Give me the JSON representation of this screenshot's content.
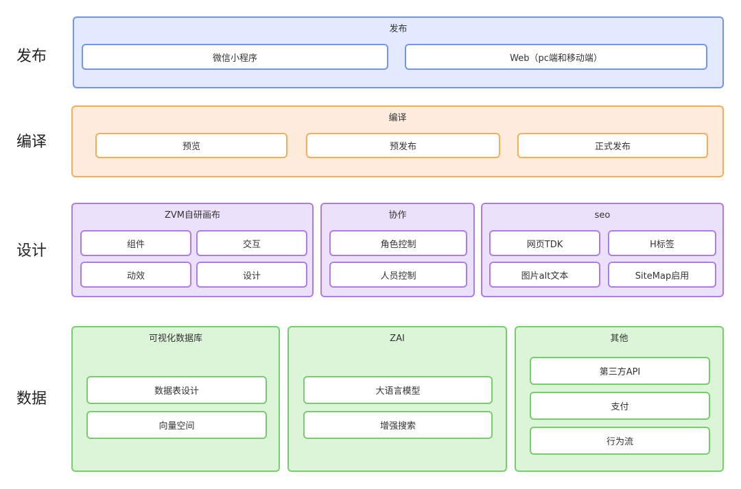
{
  "rows": {
    "publish": "发布",
    "compile": "编译",
    "design": "设计",
    "data": "数据"
  },
  "publish": {
    "title": "发布",
    "items": [
      "微信小程序",
      "Web（pc端和移动端）"
    ]
  },
  "compile": {
    "title": "编译",
    "items": [
      "预览",
      "预发布",
      "正式发布"
    ]
  },
  "design": {
    "canvas": {
      "title": "ZVM自研画布",
      "items": [
        "组件",
        "交互",
        "动效",
        "设计"
      ]
    },
    "collab": {
      "title": "协作",
      "items": [
        "角色控制",
        "人员控制"
      ]
    },
    "seo": {
      "title": "seo",
      "items": [
        "网页TDK",
        "H标签",
        "图片alt文本",
        "SiteMap启用"
      ]
    }
  },
  "data": {
    "db": {
      "title": "可视化数据库",
      "items": [
        "数据表设计",
        "向量空间"
      ]
    },
    "zai": {
      "title": "ZAI",
      "items": [
        "大语言模型",
        "增强搜索"
      ]
    },
    "other": {
      "title": "其他",
      "items": [
        "第三方API",
        "支付",
        "行为流"
      ]
    }
  },
  "colors": {
    "blue_bg": "#e3eaff",
    "blue_border": "#6f95f0",
    "orange_bg": "#ffecdc",
    "orange_border": "#f6ad55",
    "purple_bg": "#ece1fb",
    "purple_border": "#ae7be8",
    "green_bg": "#dcf5d9",
    "green_border": "#74cf6a"
  }
}
